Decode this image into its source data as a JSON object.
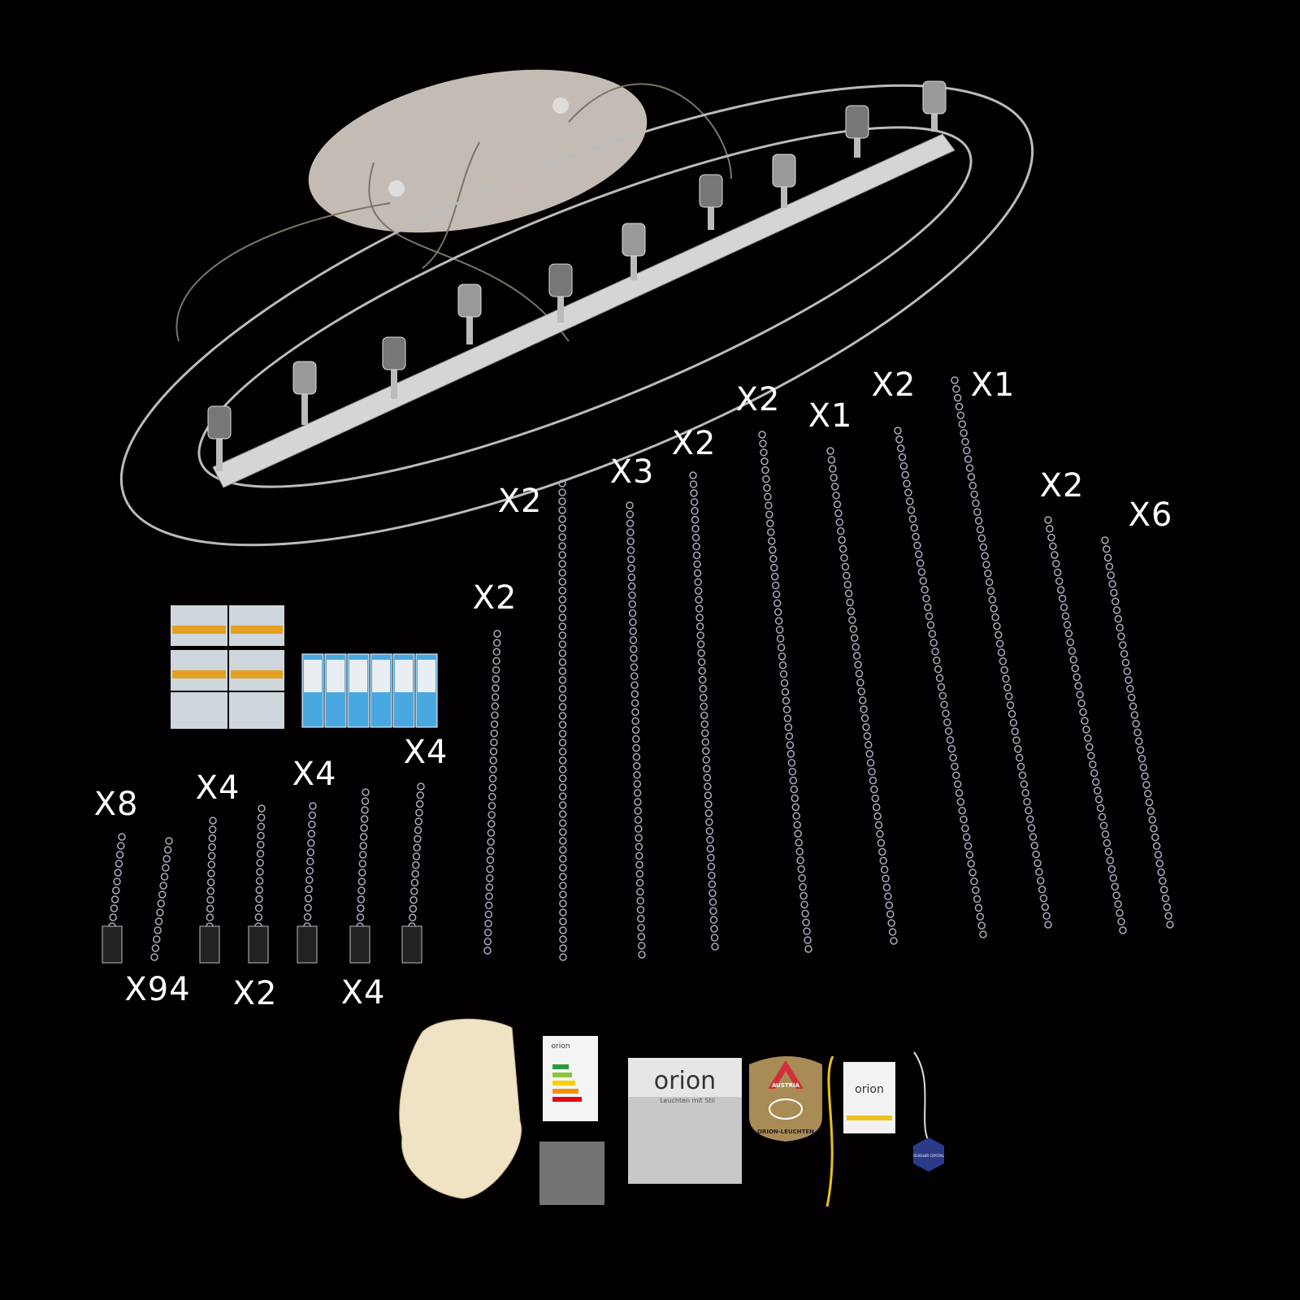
{
  "quantity_labels": [
    "X2",
    "X3",
    "X2",
    "X2",
    "X1",
    "X2",
    "X1",
    "X2",
    "X6",
    "X2",
    "X8",
    "X4",
    "X4",
    "X4",
    "X94",
    "X2",
    "X4"
  ],
  "manual": {
    "brand": "orion",
    "tagline": "Leuchten mit Stil"
  },
  "badge": {
    "top": "AUSTRIA",
    "bottom": "ORION-LEUCHTEN"
  },
  "certificate": {
    "brand": "orion"
  },
  "tag": {
    "text": "SCHOLER CRYSTAL"
  },
  "energy_label": {
    "brand": "orion"
  },
  "colors": {
    "background": "#030001",
    "chrome": "#c8c8cc",
    "glove": "#efe3c4",
    "badge": "#a88b55",
    "tag": "#2b3a8a",
    "string": "#e8c020"
  }
}
